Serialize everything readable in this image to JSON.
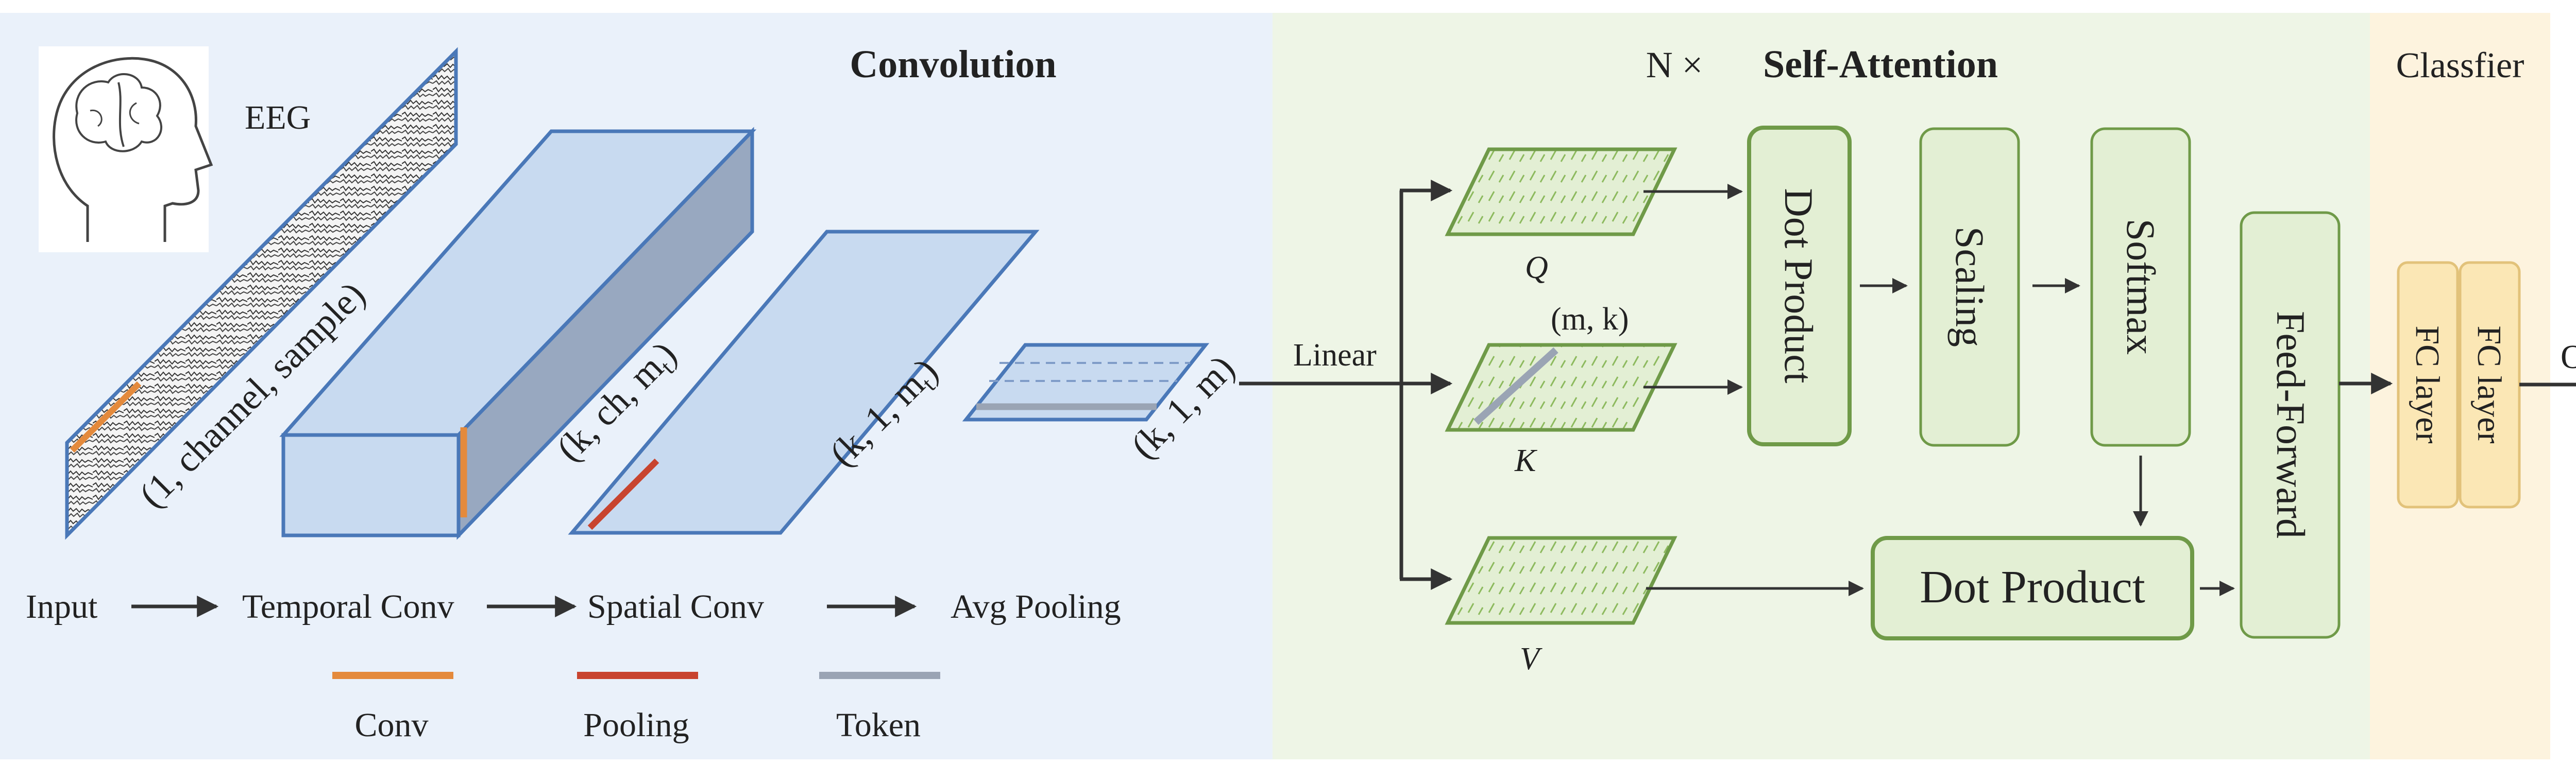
{
  "sections": {
    "convolution": {
      "title": "Convolution"
    },
    "attention": {
      "repeat": "N ×",
      "title": "Self-Attention"
    },
    "classifier": {
      "title": "Classfier"
    }
  },
  "eeg": {
    "label": "EEG"
  },
  "shapes": {
    "input": "(1, channel, sample)",
    "temporal": "(k, ch, m",
    "temporal_sub": "t",
    "spatial": "(k, 1, m",
    "spatial_sub": "t",
    "pooled": "(k, 1, m)"
  },
  "pipeline": {
    "input": "Input",
    "temporal": "Temporal Conv",
    "spatial": "Spatial Conv",
    "pooling": "Avg Pooling"
  },
  "legend": {
    "conv": "Conv",
    "pooling": "Pooling",
    "token": "Token"
  },
  "attention": {
    "linear": "Linear",
    "q": "Q",
    "k": "K",
    "v": "V",
    "k_shape": "(m, k)",
    "dot_product_1": "Dot Product",
    "scaling": "Scaling",
    "softmax": "Softmax",
    "dot_product_2": "Dot Product",
    "feed_forward": "Feed-Forward"
  },
  "classifier": {
    "fc1": "FC layer",
    "fc2": "FC layer",
    "output": "Ouput"
  },
  "colors": {
    "conv_bg": "#EAF1FA",
    "attn_bg": "#EEF5E6",
    "cls_bg": "#FDF3DE",
    "block_fill": "#C8DAF0",
    "block_edge": "#4A78B8",
    "block_dark": "#98A8C0",
    "green_fill": "#E3EFD4",
    "green_edge": "#6F9A48",
    "fc_fill": "#FBE7B5",
    "fc_edge": "#E2C27A",
    "conv": "#E48A3C",
    "pooling": "#C8442F",
    "token": "#9AA4B4"
  }
}
